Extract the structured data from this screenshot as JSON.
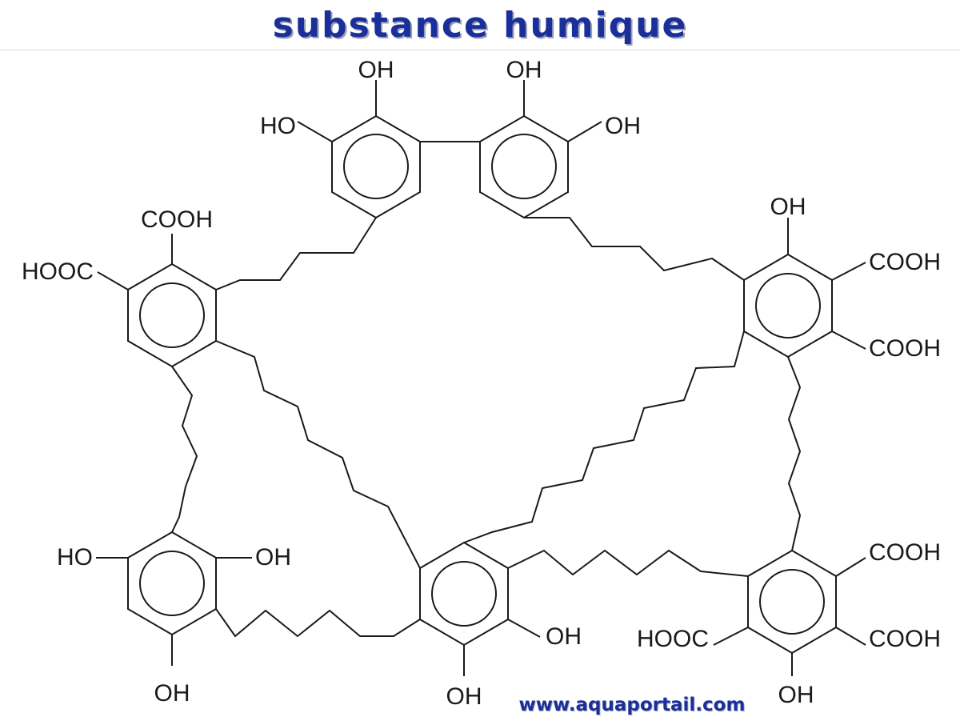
{
  "header": {
    "title": "substance humique"
  },
  "footer": {
    "website": "www.aquaportail.com"
  },
  "groups": {
    "oh": "OH",
    "ho": "HO",
    "cooh": "COOH",
    "hooc": "HOOC"
  },
  "colors": {
    "title": "#1b2f9a",
    "ink": "#1a1a1a",
    "background": "#ffffff"
  }
}
